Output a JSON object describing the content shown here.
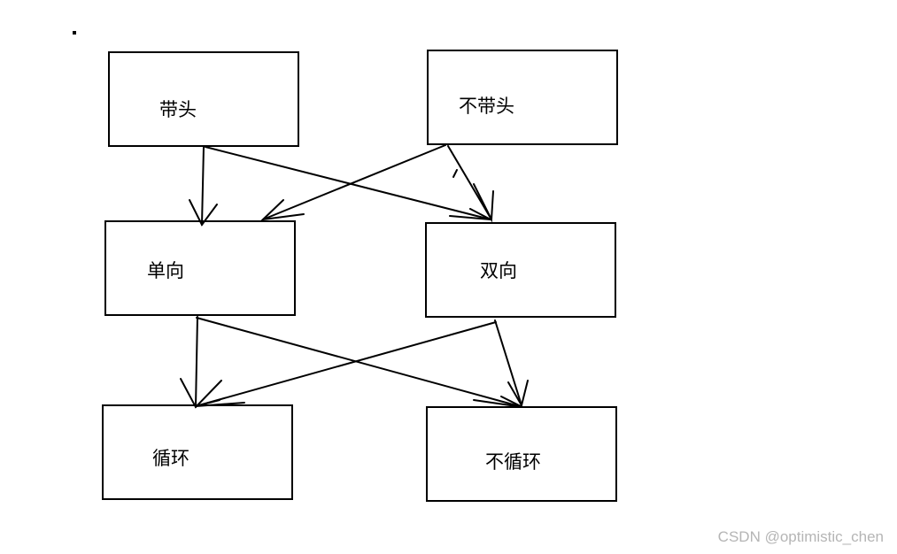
{
  "nodes": {
    "with_head": {
      "label": "带头"
    },
    "without_head": {
      "label": "不带头"
    },
    "singly": {
      "label": "单向"
    },
    "doubly": {
      "label": "双向"
    },
    "circular": {
      "label": "循环"
    },
    "non_circular": {
      "label": "不循环"
    }
  },
  "watermark": {
    "text": "CSDN @optimistic_chen"
  }
}
